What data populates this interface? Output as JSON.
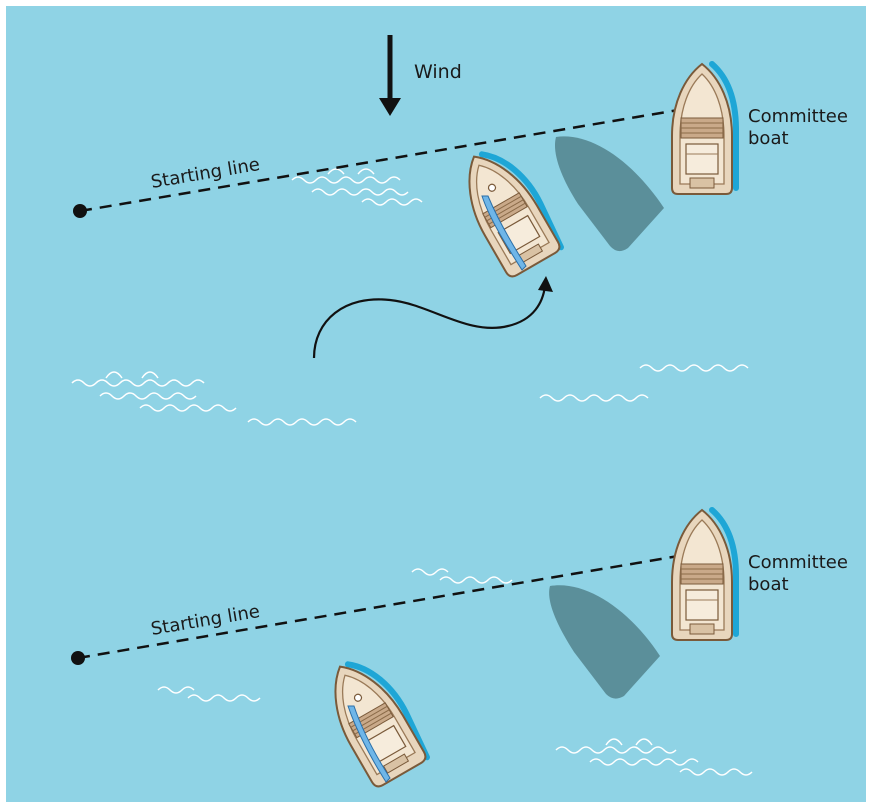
{
  "labels": {
    "wind": "Wind",
    "starting_line_top": "Starting line",
    "starting_line_bottom": "Starting line",
    "committee_top_1": "Committee",
    "committee_top_2": "boat",
    "committee_bottom_1": "Committee",
    "committee_bottom_2": "boat"
  },
  "colors": {
    "water": "#8fd3e5",
    "hull": "#e8d6bd",
    "hull_outline": "#7a5a3a",
    "deck": "#c9a989",
    "shadow": "#5b8f9a",
    "sail": "#6fb6e8",
    "wake": "#1ea6d6",
    "line": "#111111",
    "wave": "#ffffff"
  }
}
